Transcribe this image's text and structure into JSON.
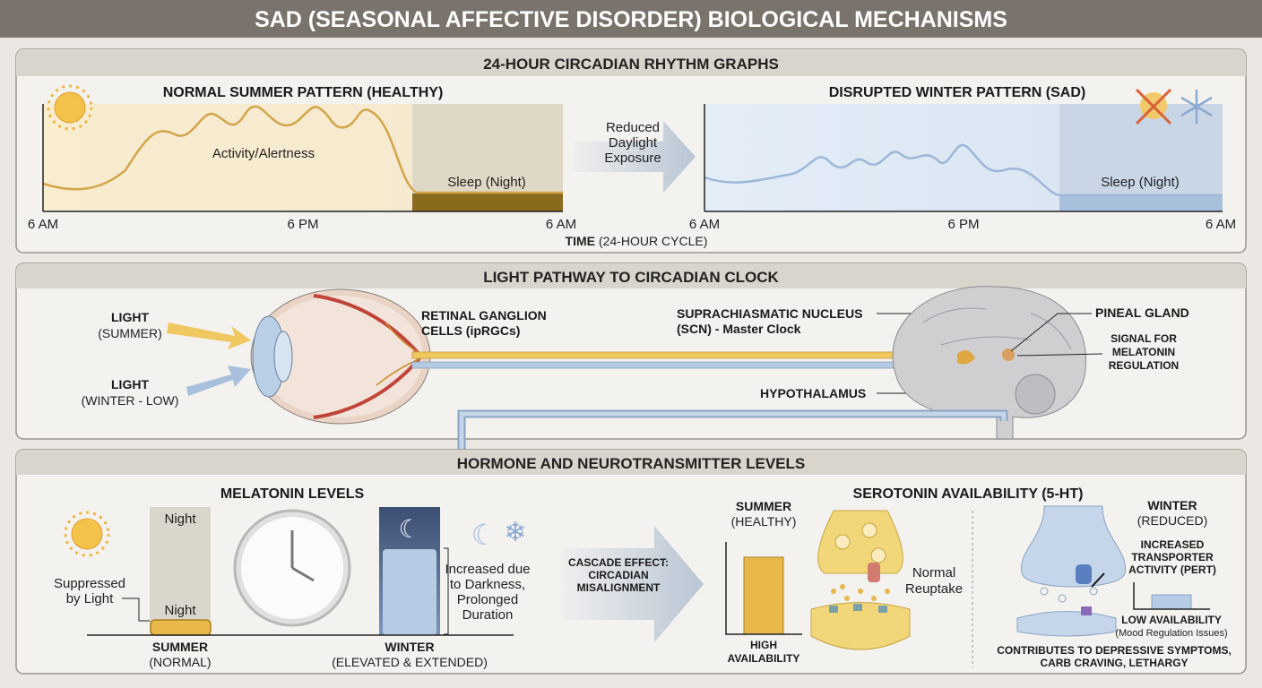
{
  "title": "SAD (SEASONAL AFFECTIVE DISORDER) BIOLOGICAL MECHANISMS",
  "circadian": {
    "header": "24-HOUR CIRCADIAN RHYTHM GRAPHS",
    "summer_title": "NORMAL SUMMER PATTERN (HEALTHY)",
    "winter_title": "DISRUPTED WINTER PATTERN (SAD)",
    "activity_label": "Activity/Alertness",
    "sleep_label": "Sleep (Night)",
    "transition": [
      "Reduced",
      "Daylight",
      "Exposure"
    ],
    "ticks": [
      "6 AM",
      "6 PM",
      "6 AM"
    ],
    "xlabel_bold": "TIME",
    "xlabel_rest": "(24-HOUR CYCLE)"
  },
  "pathway": {
    "header": "LIGHT PATHWAY TO CIRCADIAN CLOCK",
    "light_summer": [
      "LIGHT",
      "(SUMMER)"
    ],
    "light_winter": [
      "LIGHT",
      "(WINTER - LOW)"
    ],
    "rgc": [
      "RETINAL GANGLION",
      "CELLS (ipRGCs)"
    ],
    "scn": [
      "SUPRACHIASMATIC NUCLEUS",
      "(SCN) - Master Clock"
    ],
    "hypothalamus": "HYPOTHALAMUS",
    "pineal": "PINEAL GLAND",
    "signal": [
      "SIGNAL FOR",
      "MELATONIN",
      "REGULATION"
    ]
  },
  "levels": {
    "header": "HORMONE AND NEUROTRANSMITTER LEVELS",
    "melatonin_title": "MELATONIN LEVELS",
    "night": "Night",
    "suppressed": [
      "Suppressed",
      "by Light"
    ],
    "increased": [
      "Increased due",
      "to Darkness,",
      "Prolonged",
      "Duration"
    ],
    "summer": [
      "SUMMER",
      "(NORMAL)"
    ],
    "winter": [
      "WINTER",
      "(ELEVATED & EXTENDED)"
    ],
    "cascade": [
      "CASCADE EFFECT:",
      "CIRCADIAN",
      "MISALIGNMENT"
    ],
    "serotonin_title": "SEROTONIN AVAILABILITY (5-HT)",
    "summer_healthy": [
      "SUMMER",
      "(HEALTHY)"
    ],
    "high": [
      "HIGH",
      "AVAILABILITY"
    ],
    "reuptake": [
      "Normal",
      "Reuptake"
    ],
    "winter_reduced": [
      "WINTER",
      "(REDUCED)"
    ],
    "pert": [
      "INCREASED",
      "TRANSPORTER",
      "ACTIVITY (PERT)"
    ],
    "low": "LOW AVAILABILITY",
    "mood": "(Mood Regulation Issues)",
    "contributes": [
      "CONTRIBUTES TO DEPRESSIVE SYMPTOMS,",
      "CARB CRAVING, LETHARGY"
    ]
  },
  "colors": {
    "summer": "#e8b94a",
    "winter": "#9db7d8",
    "header_bar": "#7a746c",
    "sleep_summer": "#8a6a1c"
  }
}
